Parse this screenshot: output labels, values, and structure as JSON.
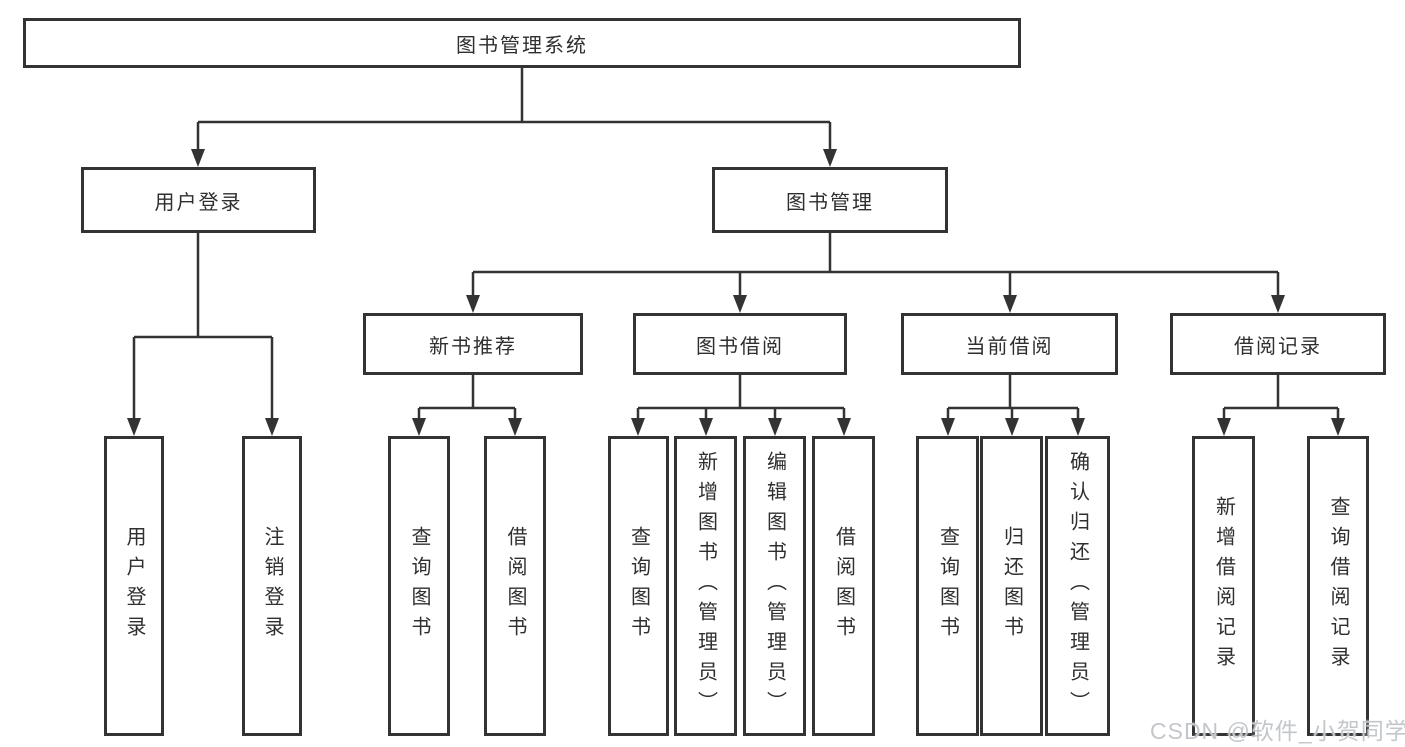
{
  "diagram": {
    "root": {
      "label": "图书管理系统"
    },
    "level2": [
      {
        "label": "用户登录"
      },
      {
        "label": "图书管理"
      }
    ],
    "level3": [
      {
        "label": "新书推荐",
        "parent": "图书管理"
      },
      {
        "label": "图书借阅",
        "parent": "图书管理"
      },
      {
        "label": "当前借阅",
        "parent": "图书管理"
      },
      {
        "label": "借阅记录",
        "parent": "图书管理"
      }
    ],
    "leaves": [
      {
        "label": "用户登录",
        "parent": "用户登录"
      },
      {
        "label": "注销登录",
        "parent": "用户登录"
      },
      {
        "label": "查询图书",
        "parent": "新书推荐"
      },
      {
        "label": "借阅图书",
        "parent": "新书推荐"
      },
      {
        "label": "查询图书",
        "parent": "图书借阅"
      },
      {
        "label": "新增图书（管理员）",
        "parent": "图书借阅"
      },
      {
        "label": "编辑图书（管理员）",
        "parent": "图书借阅"
      },
      {
        "label": "借阅图书",
        "parent": "图书借阅"
      },
      {
        "label": "查询图书",
        "parent": "当前借阅"
      },
      {
        "label": "归还图书",
        "parent": "当前借阅"
      },
      {
        "label": "确认归还（管理员）",
        "parent": "当前借阅"
      },
      {
        "label": "新增借阅记录",
        "parent": "借阅记录"
      },
      {
        "label": "查询借阅记录",
        "parent": "借阅记录"
      }
    ]
  },
  "watermark": "CSDN @软件_小贺同学",
  "colors": {
    "line": "#333333",
    "border": "#333333",
    "text": "#2f2f2f",
    "background": "#ffffff",
    "watermark": "#c3c7cb"
  }
}
